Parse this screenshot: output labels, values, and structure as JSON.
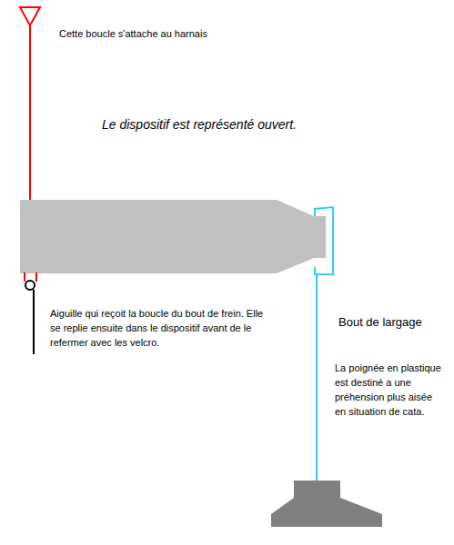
{
  "diagram": {
    "labels": [
      "Cette boucle s'attache au harnais",
      "Le dispositif est représenté ouvert.",
      "Aiguille qui reçoit la boucle du bout de frein. Elle se replie ensuite dans le dispositif avant de le refermer avec les velcro.",
      "Bout de largage",
      "La poignée en plastique est destiné a une préhension plus aisée en situation de cata."
    ]
  }
}
